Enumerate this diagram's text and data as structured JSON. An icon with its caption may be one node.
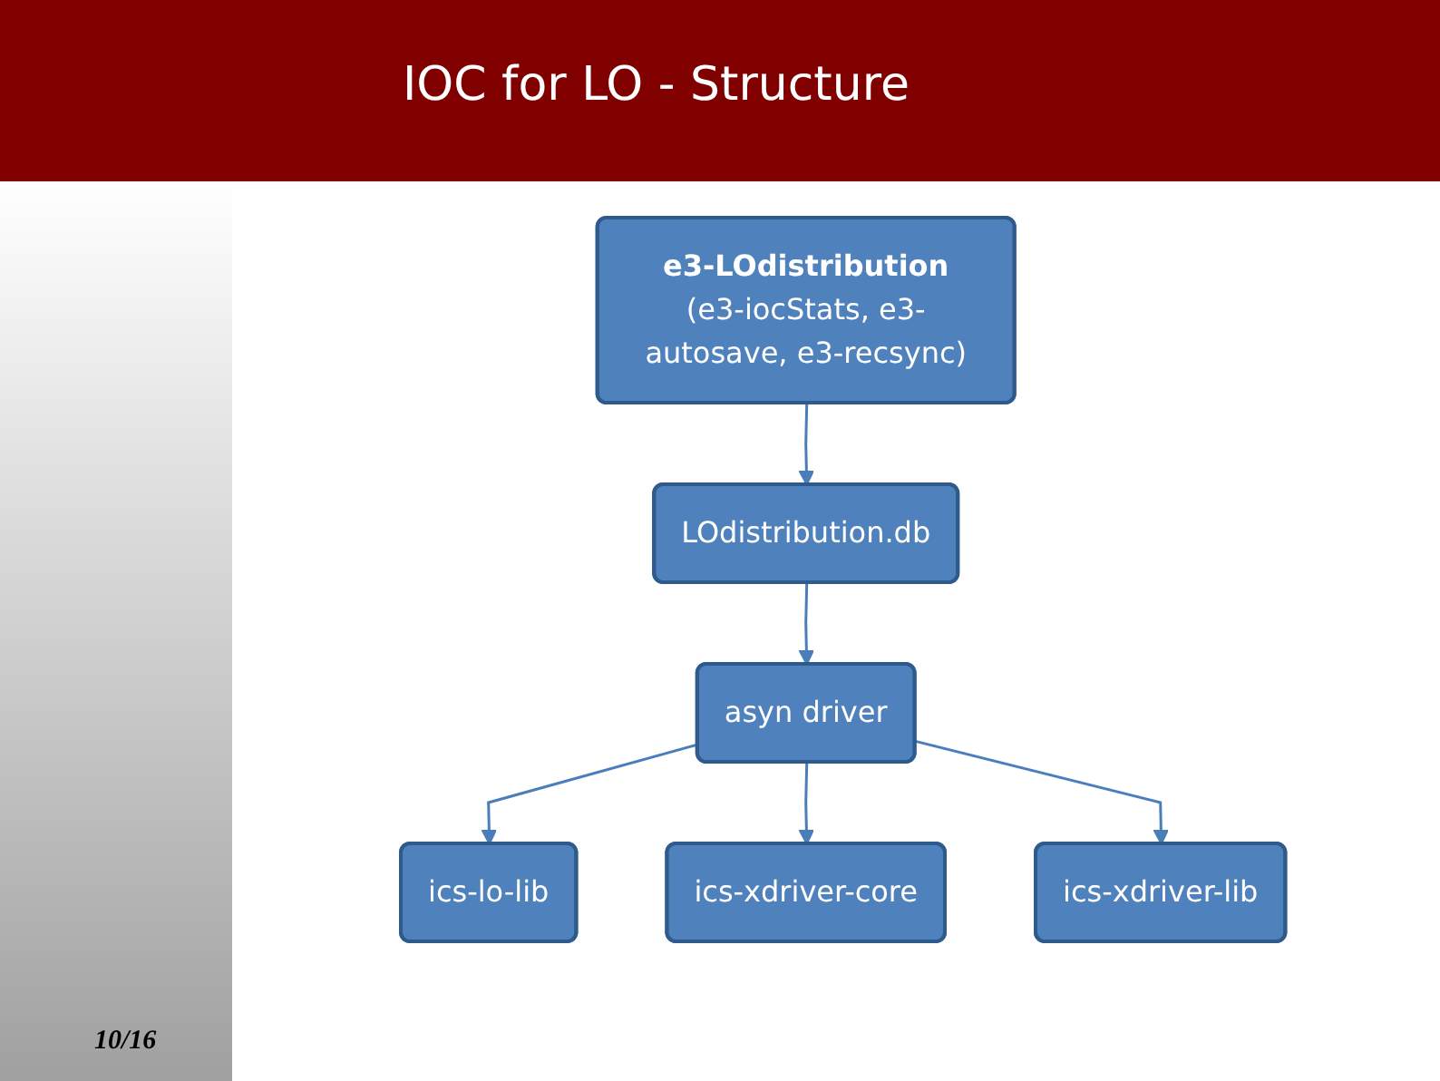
{
  "diagram": {
    "title": "IOC for LO - Structure",
    "nodes": [
      {
        "text": [
          "e3-LOdistribution",
          "(e3-iocStats, e3-autosave, e3-recsync)"
        ]
      },
      {
        "text": [
          "LOdistribution.db"
        ]
      },
      {
        "text": [
          "asyn driver"
        ]
      },
      {
        "text": [
          "ics-lo-lib"
        ]
      },
      {
        "text": [
          "ics-xdriver-core"
        ]
      },
      {
        "text": [
          "ics-xdriver-lib"
        ]
      }
    ],
    "edges": [
      {
        "from": 0,
        "to": 1,
        "arrow": "to"
      },
      {
        "from": 1,
        "to": 2,
        "arrow": "to"
      },
      {
        "from": 2,
        "to": 3,
        "arrow": "to"
      },
      {
        "from": 2,
        "to": 4,
        "arrow": "to"
      },
      {
        "from": 2,
        "to": 5,
        "arrow": "to"
      }
    ],
    "labels": [
      "10/16"
    ]
  }
}
